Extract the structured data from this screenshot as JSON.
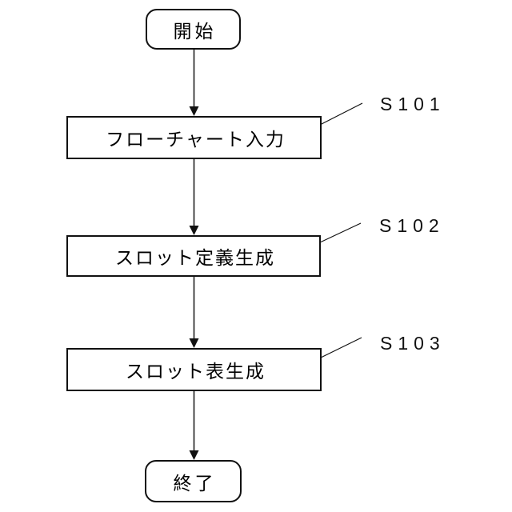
{
  "diagram": {
    "type": "flowchart",
    "background_color": "#ffffff",
    "line_color": "#111111",
    "nodes": [
      {
        "id": "start",
        "shape": "terminal",
        "label": "開始"
      },
      {
        "id": "step-1",
        "shape": "process",
        "label": "フローチャート入力",
        "step": "S101"
      },
      {
        "id": "step-2",
        "shape": "process",
        "label": "スロット定義生成",
        "step": "S102"
      },
      {
        "id": "step-3",
        "shape": "process",
        "label": "スロット表生成",
        "step": "S103"
      },
      {
        "id": "end",
        "shape": "terminal",
        "label": "終了"
      }
    ]
  }
}
